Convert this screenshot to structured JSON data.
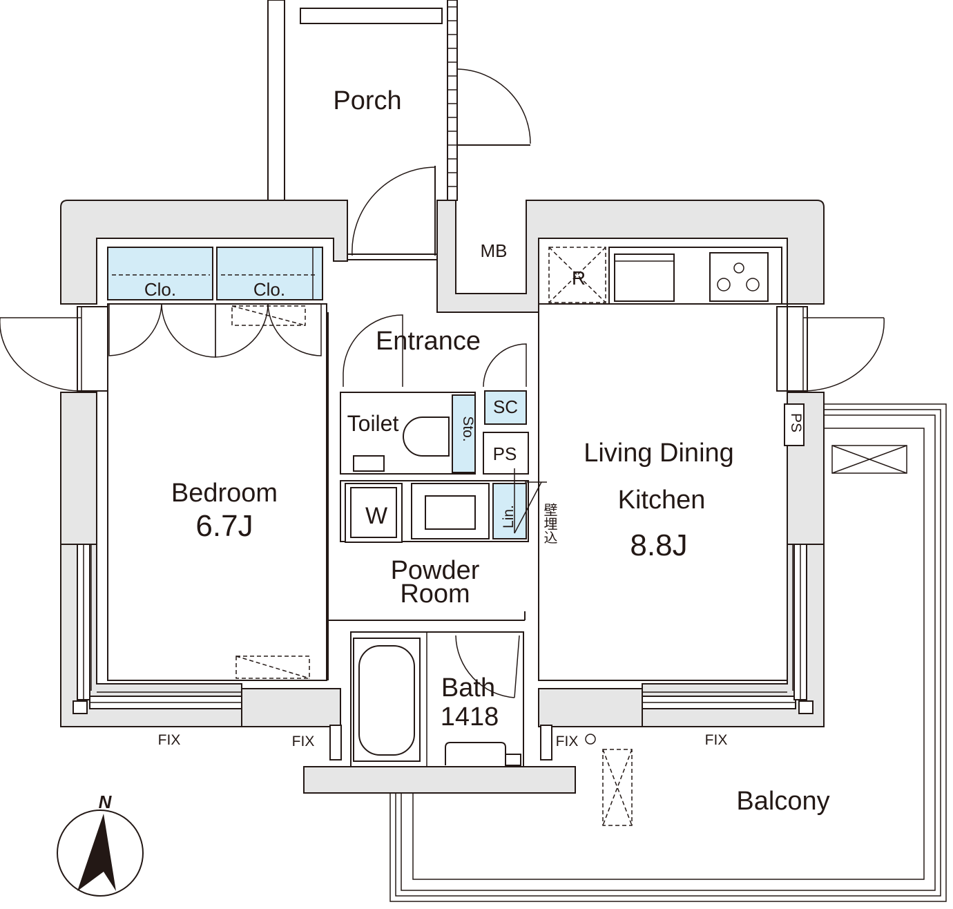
{
  "labels": {
    "porch": "Porch",
    "mb": "MB",
    "refrigerator": "R",
    "closet_1": "Clo.",
    "closet_2": "Clo.",
    "entrance": "Entrance",
    "toilet": "Toilet",
    "storage": "Sto.",
    "shoe_cabinet": "SC",
    "pipe_space_1": "PS",
    "pipe_space_2": "PS",
    "linen": "Lin.",
    "built_in": "壁埋込",
    "washer": "W",
    "powder_room_1": "Powder",
    "powder_room_2": "Room",
    "bedroom": "Bedroom",
    "bedroom_area": "6.7J",
    "ldk_1": "Living Dining",
    "ldk_2": "Kitchen",
    "ldk_area": "8.8J",
    "bath": "Bath",
    "bath_size": "1418",
    "fix_1": "FIX",
    "fix_2": "FIX",
    "fix_3": "FIX",
    "fix_4": "FIX",
    "balcony": "Balcony",
    "north": "N"
  },
  "colors": {
    "ink": "#231815",
    "wall": "#e6e6e6",
    "storage": "#d3ecf7"
  }
}
